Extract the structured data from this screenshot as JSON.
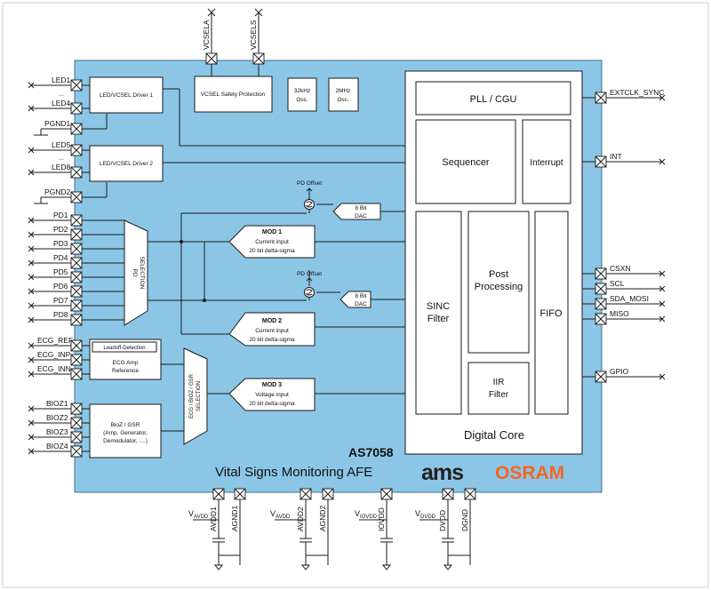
{
  "chip": {
    "name": "AS7058",
    "subtitle": "Vital Signs Monitoring AFE",
    "brand_ams": "ams",
    "brand_osram": "OSRAM",
    "colors": {
      "body": "#8cc6e6",
      "osram": "#f26522",
      "ams": "#231f20"
    }
  },
  "top_pins": [
    "VCSELA",
    "VCSELS"
  ],
  "left_pins": {
    "led1": "LED1",
    "dots1": "...",
    "led4": "LED4",
    "pgnd1": "PGND1",
    "led5": "LED5",
    "dots2": "...",
    "led8": "LED8",
    "pgnd2": "PGND2",
    "pd": [
      "PD1",
      "PD2",
      "PD3",
      "PD4",
      "PD5",
      "PD6",
      "PD7",
      "PD8"
    ],
    "ecg": [
      "ECG_REF",
      "ECG_INP",
      "ECG_INN"
    ],
    "bioz": [
      "BIOZ1",
      "BIOZ2",
      "BIOZ3",
      "BIOZ4"
    ]
  },
  "right_pins": {
    "extclk": "EXTCLK_SYNC",
    "int": "INT",
    "csxn": "CSXN",
    "scl": "SCL",
    "sda": "SDA_MOSI",
    "miso": "MISO",
    "gpio": "GPIO"
  },
  "bottom_pins": {
    "avdd1": "AVDD1",
    "agnd1": "AGND1",
    "avdd2": "AVDD2",
    "agnd2": "AGND2",
    "iovdd": "IOVDD",
    "dvdd": "DVDD",
    "dgnd": "DGND"
  },
  "supplies": {
    "v": "V",
    "avdd_sub": "AVDD",
    "iovdd_sub": "IOVDD",
    "dvdd_sub": "DVDD"
  },
  "blocks": {
    "led_driver1": "LED/VCSEL Driver 1",
    "led_driver2": "LED/VCSEL Driver 2",
    "vcsel_safety": "VCSEL Safety Protection",
    "osc32_l1": "32kHz",
    "osc32_l2": "Osc.",
    "osc2m_l1": "2MHz",
    "osc2m_l2": "Osc.",
    "pd_offset": "PD Offset",
    "dac_l1": "8 Bit",
    "dac_l2": "DAC",
    "pd_sel_l1": "PD",
    "pd_sel_l2": "SELECTION",
    "mod1_title": "MOD 1",
    "mod1_l1": "Current input",
    "mod1_l2": "20 bit delta-sigma",
    "mod2_title": "MOD 2",
    "mod2_l1": "Current input",
    "mod2_l2": "20 bit delta-sigma",
    "mod3_title": "MOD 3",
    "mod3_l1": "Voltage input",
    "mod3_l2": "20 bit delta-sigma",
    "leadoff": "Leadoff-Detection",
    "ecg_amp_l1": "ECG Amp",
    "ecg_amp_l2": "Reference",
    "ecg_sel_l1": "ECG / BIOZ / GSR",
    "ecg_sel_l2": "SELECTION",
    "bioz_l1": "BioZ / GSR",
    "bioz_l2": "(Amp, Generator,",
    "bioz_l3": "Demodulator, ....)",
    "pll": "PLL / CGU",
    "sequencer": "Sequencer",
    "interrupt": "Interrupt",
    "sinc_l1": "SINC",
    "sinc_l2": "Filter",
    "post_l1": "Post",
    "post_l2": "Processing",
    "iir_l1": "IIR",
    "iir_l2": "Filter",
    "fifo": "FIFO",
    "digital_core": "Digital Core"
  }
}
